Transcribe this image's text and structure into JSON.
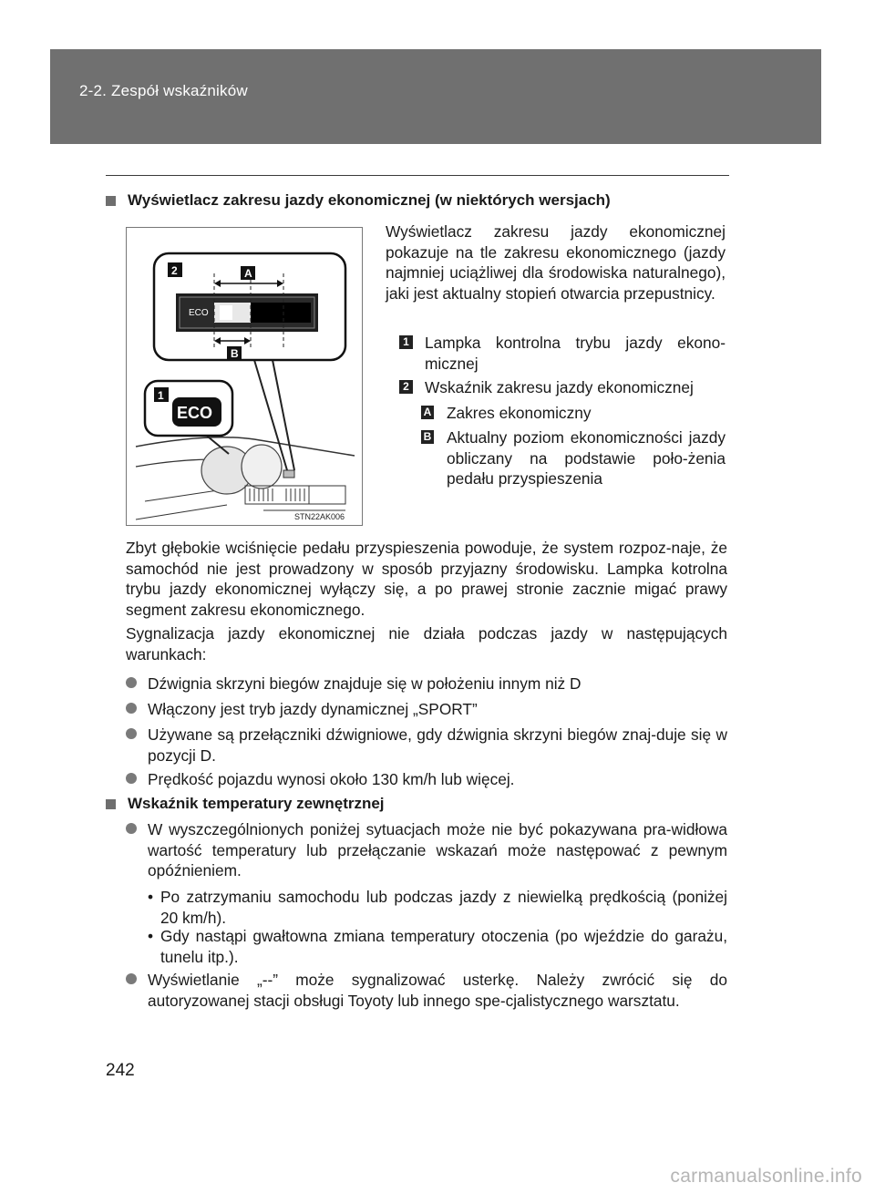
{
  "header": {
    "title": "2-2. Zespół wskaźników"
  },
  "section1": {
    "heading": "Wyświetlacz zakresu jazdy ekonomicznej (w niektórych wersjach)",
    "intro": "Wyświetlacz zakresu jazdy ekonomicznej pokazuje na tle zakresu ekonomicznego (jazdy najmniej uciążliwej dla środowiska naturalnego), jaki jest aktualny stopień otwarcia przepustnicy.",
    "legend": [
      {
        "mark": "1",
        "text": "Lampka kontrolna trybu jazdy ekono-micznej"
      },
      {
        "mark": "2",
        "text": "Wskaźnik zakresu jazdy ekonomicznej"
      },
      {
        "mark": "A",
        "text": "Zakres ekonomiczny"
      },
      {
        "mark": "B",
        "text": "Aktualny poziom ekonomiczności jazdy obliczany na podstawie poło-żenia pedału przyspieszenia"
      }
    ],
    "figure": {
      "labels": {
        "eco_big": "ECO",
        "eco_small": "ECO",
        "code": "STN22AK006",
        "mark_1": "1",
        "mark_2": "2",
        "mark_a": "A",
        "mark_b": "B"
      }
    },
    "paragraph1": "Zbyt głębokie wciśnięcie pedału przyspieszenia powoduje, że system rozpoz-naje, że samochód nie jest prowadzony w sposób przyjazny środowisku. Lampka kotrolna trybu jazdy ekonomicznej wyłączy się, a po prawej stronie zacznie migać prawy segment zakresu ekonomicznego.",
    "paragraph2": "Sygnalizacja jazdy ekonomicznej nie działa podczas jazdy w następujących warunkach:",
    "bullets": [
      "Dźwignia skrzyni biegów znajduje się w położeniu innym niż D",
      "Włączony jest tryb jazdy dynamicznej „SPORT”",
      "Używane są przełączniki dźwigniowe, gdy dźwignia skrzyni biegów znaj-duje się w pozycji D.",
      "Prędkość pojazdu wynosi około 130 km/h lub więcej."
    ]
  },
  "section2": {
    "heading": "Wskaźnik temperatury zewnętrznej",
    "bullet1": "W wyszczególnionych poniżej sytuacjach może nie być pokazywana pra-widłowa wartość temperatury lub przełączanie wskazań może następować z pewnym opóźnieniem.",
    "subitems": [
      "Po zatrzymaniu samochodu lub podczas jazdy z niewielką prędkością (poniżej 20 km/h).",
      "Gdy nastąpi gwałtowna zmiana temperatury otoczenia (po wjeździe do garażu, tunelu itp.)."
    ],
    "bullet2": "Wyświetlanie „--” może sygnalizować usterkę. Należy zwrócić się do autoryzowanej stacji obsługi Toyoty lub innego spe-cjalistycznego warsztatu.",
    "sub_mark": "•"
  },
  "page_number": "242",
  "watermark": "carmanualsonline.info"
}
